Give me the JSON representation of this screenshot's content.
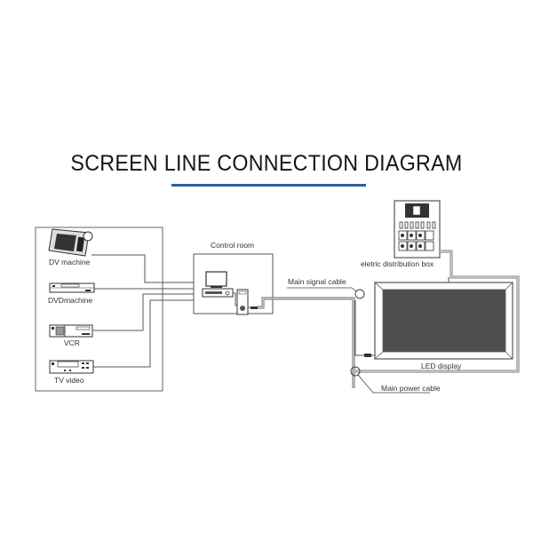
{
  "title": "SCREEN LINE CONNECTION DIAGRAM",
  "colors": {
    "accent_underline": "#2a5caa",
    "line": "#555555",
    "panel": "#4a4a4a"
  },
  "sources": {
    "items": [
      {
        "label": "DV machine",
        "icon": "camcorder-icon"
      },
      {
        "label": "DVDmachine",
        "icon": "dvd-player-icon"
      },
      {
        "label": "VCR",
        "icon": "vcr-icon"
      },
      {
        "label": "TV video",
        "icon": "tv-video-player-icon"
      }
    ]
  },
  "control_room": {
    "label": "Control room",
    "icon": "computer-workstation-icon"
  },
  "distribution": {
    "label": "eletric distribution box",
    "icon": "breaker-box-icon"
  },
  "display": {
    "label": "LED display",
    "icon": "led-panel-icon"
  },
  "cables": {
    "signal": "Main signal cable",
    "power": "Main power cable"
  }
}
